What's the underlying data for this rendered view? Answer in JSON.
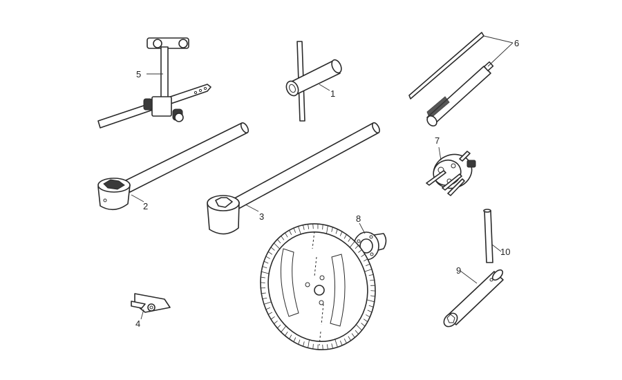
{
  "callouts": [
    "1",
    "2",
    "3",
    "4",
    "5",
    "6",
    "7",
    "8",
    "9",
    "10"
  ],
  "colors": {
    "line": "#2a2a2a",
    "background": "#ffffff"
  }
}
